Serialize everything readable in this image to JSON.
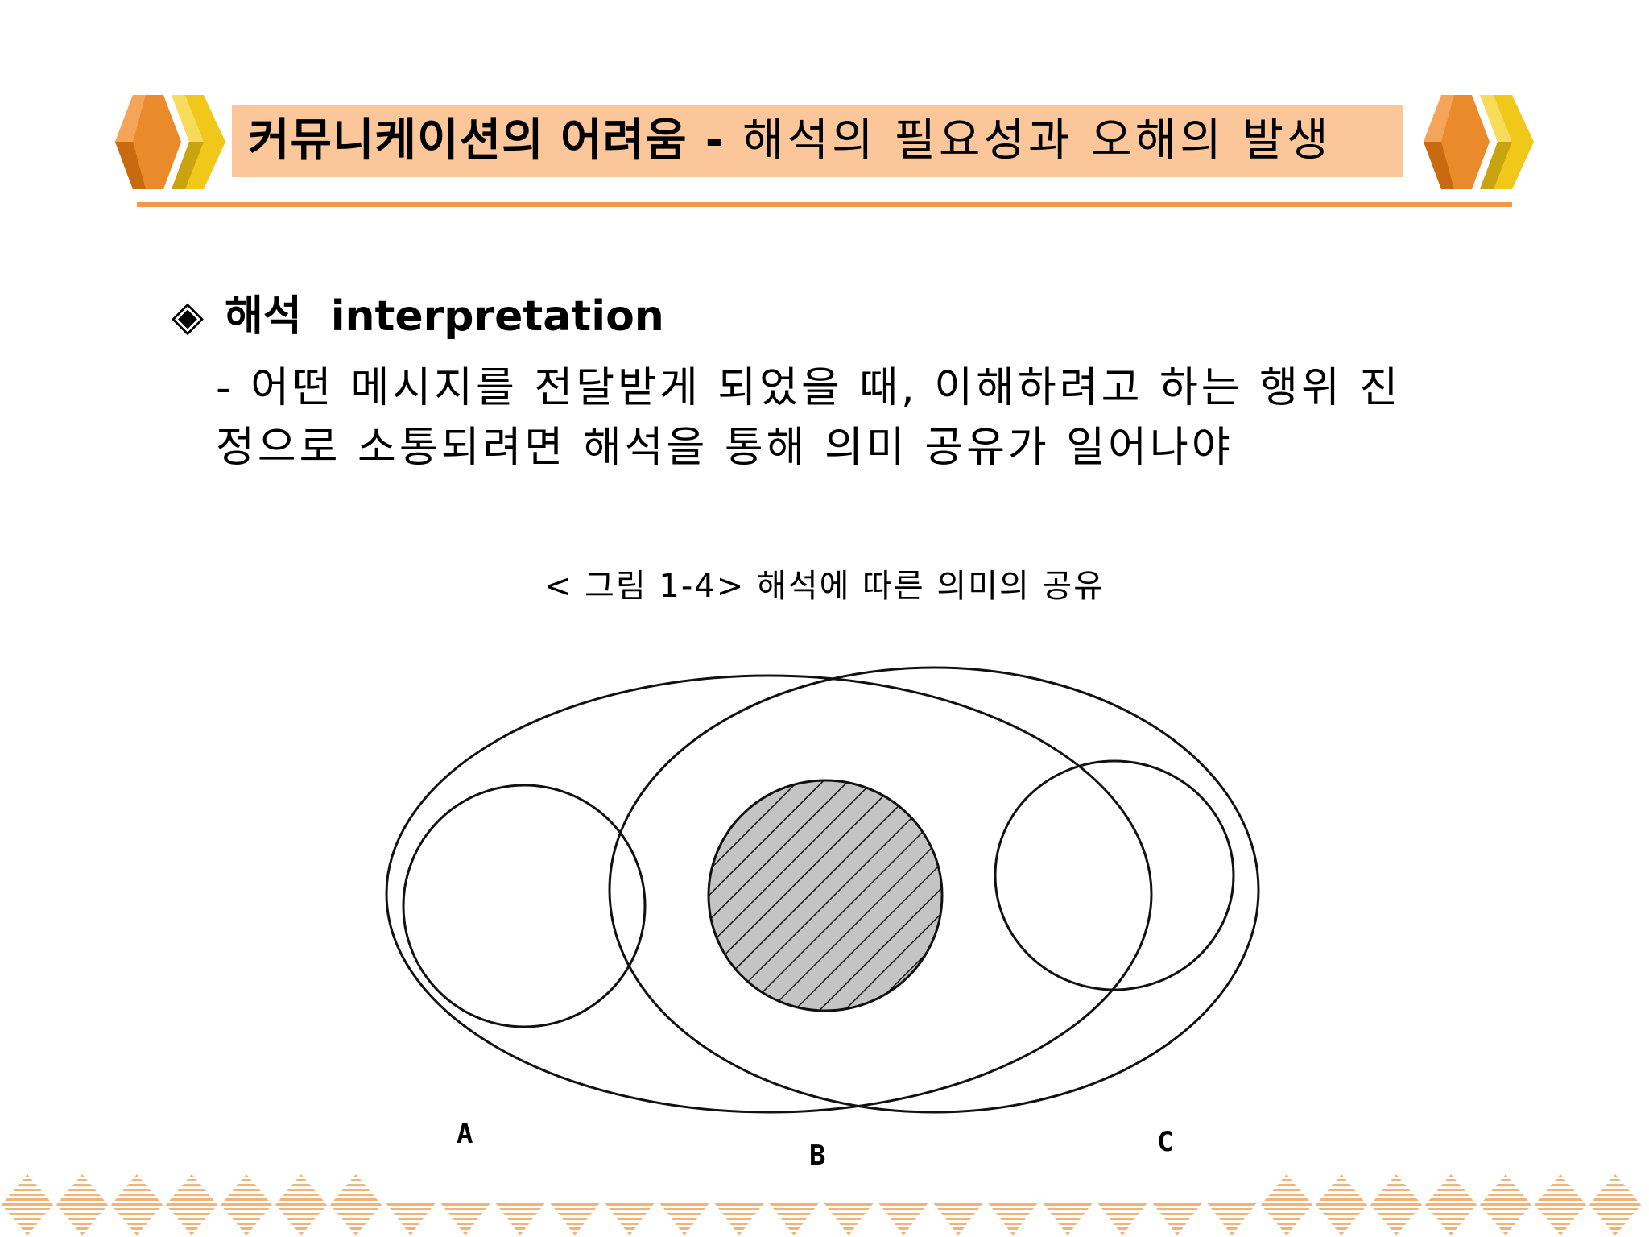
{
  "header": {
    "title_main": "커뮤니케이션의 어려움",
    "title_sep": "-",
    "title_sub": "해석의 필요성과 오해의 발생",
    "colors": {
      "bar": "#fbc79a",
      "line": "#ef9a4a",
      "orange": "#ea8a2a",
      "yellow": "#efc81a"
    },
    "decor_icon": "cube-arrow-icon"
  },
  "section": {
    "bullet": "◈",
    "heading_kr": "해석",
    "heading_en": "interpretation"
  },
  "body": {
    "text": "- 어떤 메시지를 전달받게 되었을 때, 이해하려고 하는 행위 진정으로 소통되려면 해석을 통해 의미 공유가 일어나야"
  },
  "figure": {
    "caption": "< 그림  1-4>  해석에 따른 의미의 공유",
    "labels": {
      "a": "A",
      "b": "B",
      "c": "C"
    }
  }
}
